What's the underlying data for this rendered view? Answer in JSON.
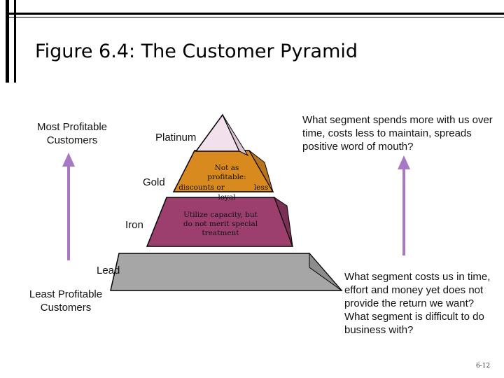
{
  "title": "Figure 6.4: The Customer Pyramid",
  "left_axis": {
    "top_label": "Most Profitable Customers",
    "bottom_label": "Least Profitable Customers"
  },
  "tiers": {
    "platinum": {
      "label": "Platinum",
      "color": "#f2e0ec"
    },
    "gold": {
      "label": "Gold",
      "color": "#d98a1e",
      "note_line1": "Not as profitable:",
      "note_line2": "discounts or",
      "note_line3": "loyal",
      "note_right": "less"
    },
    "iron": {
      "label": "Iron",
      "color": "#9c3f6e",
      "note": "Utilize capacity, but do not merit special treatment"
    },
    "lead": {
      "label": "Lead",
      "color": "#a6a6a6"
    }
  },
  "right_text": {
    "top": "What segment spends more with us over time, costs less to maintain, spreads positive word of mouth?",
    "bottom": "What segment costs us in time, effort and money yet does not provide the return we want?  What segment is difficult to do business with?"
  },
  "arrow_color": "#a779c4",
  "page_number": "6-12"
}
